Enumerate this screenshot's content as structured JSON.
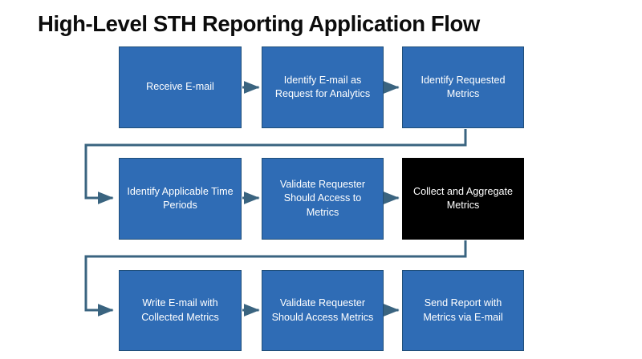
{
  "diagram": {
    "title": "High-Level STH Reporting Application Flow",
    "type": "flowchart",
    "colors": {
      "process_fill": "#2f6cb5",
      "process_border": "#1f4e79",
      "highlight_fill": "#000000",
      "connector": "#3a6480",
      "node_text": "#ffffff",
      "title_text": "#0c0c0c",
      "background": "#ffffff"
    },
    "rows": [
      {
        "row_index": 1,
        "nodes": [
          {
            "id": "n1",
            "label": "Receive E-mail",
            "style": "process"
          },
          {
            "id": "n2",
            "label": "Identify E-mail as Request for Analytics",
            "style": "process"
          },
          {
            "id": "n3",
            "label": "Identify Requested Metrics",
            "style": "process"
          }
        ]
      },
      {
        "row_index": 2,
        "nodes": [
          {
            "id": "n4",
            "label": "Identify Applicable Time Periods",
            "style": "process"
          },
          {
            "id": "n5",
            "label": "Validate Requester Should Access to Metrics",
            "style": "process"
          },
          {
            "id": "n6",
            "label": "Collect and Aggregate Metrics",
            "style": "highlight"
          }
        ]
      },
      {
        "row_index": 3,
        "nodes": [
          {
            "id": "n7",
            "label": "Write E-mail with Collected Metrics",
            "style": "process"
          },
          {
            "id": "n8",
            "label": "Validate Requester Should Access Metrics",
            "style": "process"
          },
          {
            "id": "n9",
            "label": "Send Report with Metrics via E-mail",
            "style": "process"
          }
        ]
      }
    ],
    "edges": [
      {
        "from": "n1",
        "to": "n2",
        "kind": "straight-right"
      },
      {
        "from": "n2",
        "to": "n3",
        "kind": "straight-right"
      },
      {
        "from": "n3",
        "to": "n4",
        "kind": "wrap-down-left"
      },
      {
        "from": "n4",
        "to": "n5",
        "kind": "straight-right"
      },
      {
        "from": "n5",
        "to": "n6",
        "kind": "straight-right"
      },
      {
        "from": "n6",
        "to": "n7",
        "kind": "wrap-down-left"
      },
      {
        "from": "n7",
        "to": "n8",
        "kind": "straight-right"
      },
      {
        "from": "n8",
        "to": "n9",
        "kind": "straight-right"
      }
    ]
  }
}
